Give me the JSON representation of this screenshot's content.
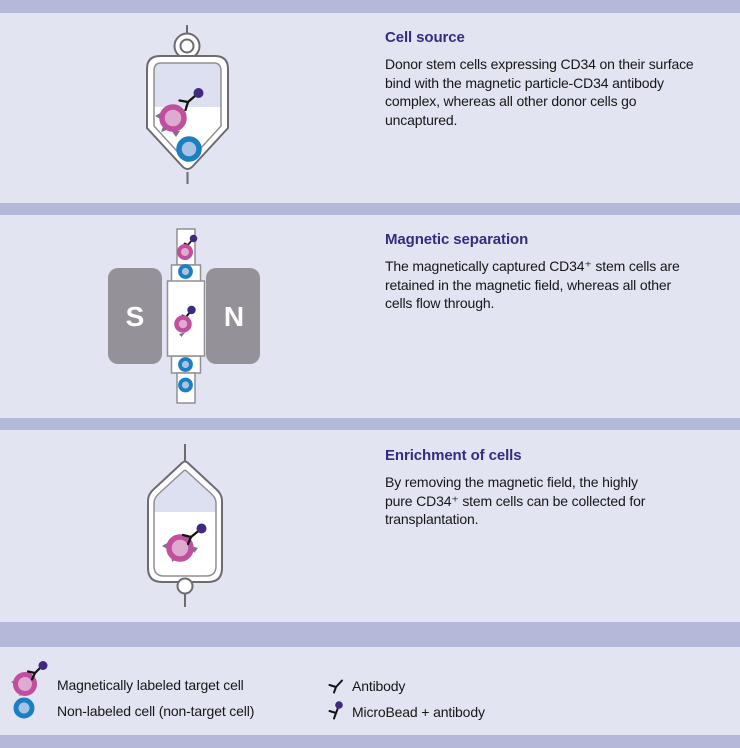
{
  "sections": [
    {
      "title": "Cell source",
      "lines": [
        "Donor stem cells expressing CD34 on their surface",
        "bind with the magnetic particle-CD34 antibody",
        "complex, whereas all other donor cells go",
        "uncaptured."
      ]
    },
    {
      "title": "Magnetic separation",
      "lines": [
        "The magnetically captured CD34⁺ stem cells are",
        "retained in the magnetic field, whereas all other",
        "cells flow through."
      ]
    },
    {
      "title": "Enrichment of cells",
      "lines": [
        "By removing the magnetic field, the highly",
        "pure CD34⁺ stem cells can be collected for",
        "transplantation."
      ]
    }
  ],
  "magnet": {
    "south_label": "S",
    "north_label": "N"
  },
  "legend": {
    "items": [
      {
        "icon": "labeled-target-cell-icon",
        "label": "Magnetically labeled target cell"
      },
      {
        "icon": "non-labeled-cell-icon",
        "label": "Non-labeled cell (non-target cell)"
      },
      {
        "icon": "antibody-icon",
        "label": "Antibody"
      },
      {
        "icon": "microbead-antibody-icon",
        "label": "MicroBead + antibody"
      }
    ]
  },
  "colors": {
    "panel_bg": "#e2e4f1",
    "divider_band": "#b4b9da",
    "title_accent": "#332d80",
    "body_text": "#161616",
    "magnet_gray": "#949198",
    "bag_outline": "#6b6b70",
    "bag_airspace": "#dde0f0",
    "target_cell_stroke": "#c04f9f",
    "target_cell_fill": "#dfaacf",
    "nontarget_cell_stroke": "#1b80c1",
    "nontarget_cell_fill": "#a9c3e4",
    "microbead_purple": "#3f2a80"
  }
}
